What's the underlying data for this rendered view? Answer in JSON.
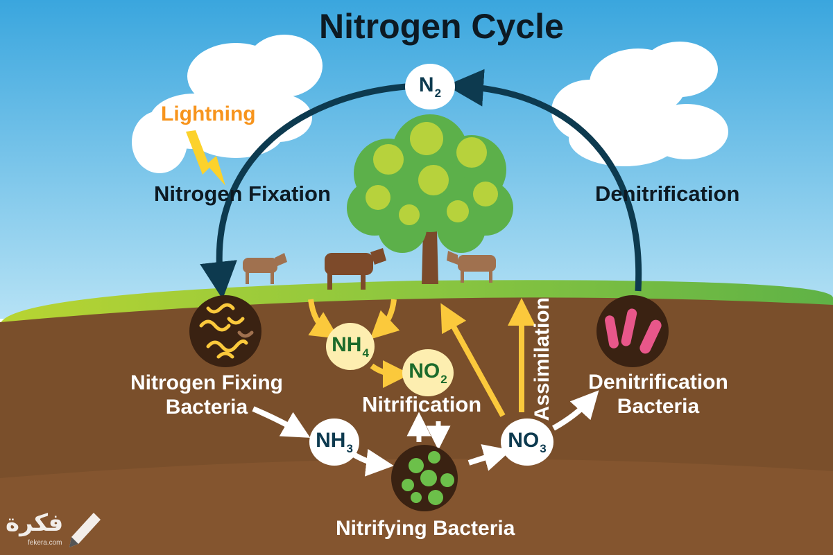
{
  "diagram": {
    "title": "Nitrogen Cycle",
    "lightning_label": "Lightning",
    "fixation_label": "Nitrogen Fixation",
    "denitrification_label": "Denitrification",
    "nitrification_label": "Nitrification",
    "assimilation_label": "Assimilation",
    "fixing_bacteria_line1": "Nitrogen Fixing",
    "fixing_bacteria_line2": "Bacteria",
    "denitrification_bacteria_line1": "Denitrification",
    "denitrification_bacteria_line2": "Bacteria",
    "nitrifying_bacteria_label": "Nitrifying Bacteria",
    "nodes": {
      "n2": {
        "base": "N",
        "sub": "2"
      },
      "nh4": {
        "base": "NH",
        "sub": "4"
      },
      "no2": {
        "base": "NO",
        "sub": "2"
      },
      "nh3": {
        "base": "NH",
        "sub": "3"
      },
      "no3": {
        "base": "NO",
        "sub": "3"
      }
    }
  },
  "watermark": {
    "arabic_text": "فكرة",
    "domain": "fekera.com"
  },
  "colors": {
    "sky_top": "#3aa6de",
    "sky_bottom": "#a8dcf3",
    "grass": "#8cc63f",
    "soil": "#7a4f2b",
    "arrow_dark": "#0d3a4f",
    "arrow_yellow": "#fbc93c",
    "lightning_text": "#f7941d"
  }
}
